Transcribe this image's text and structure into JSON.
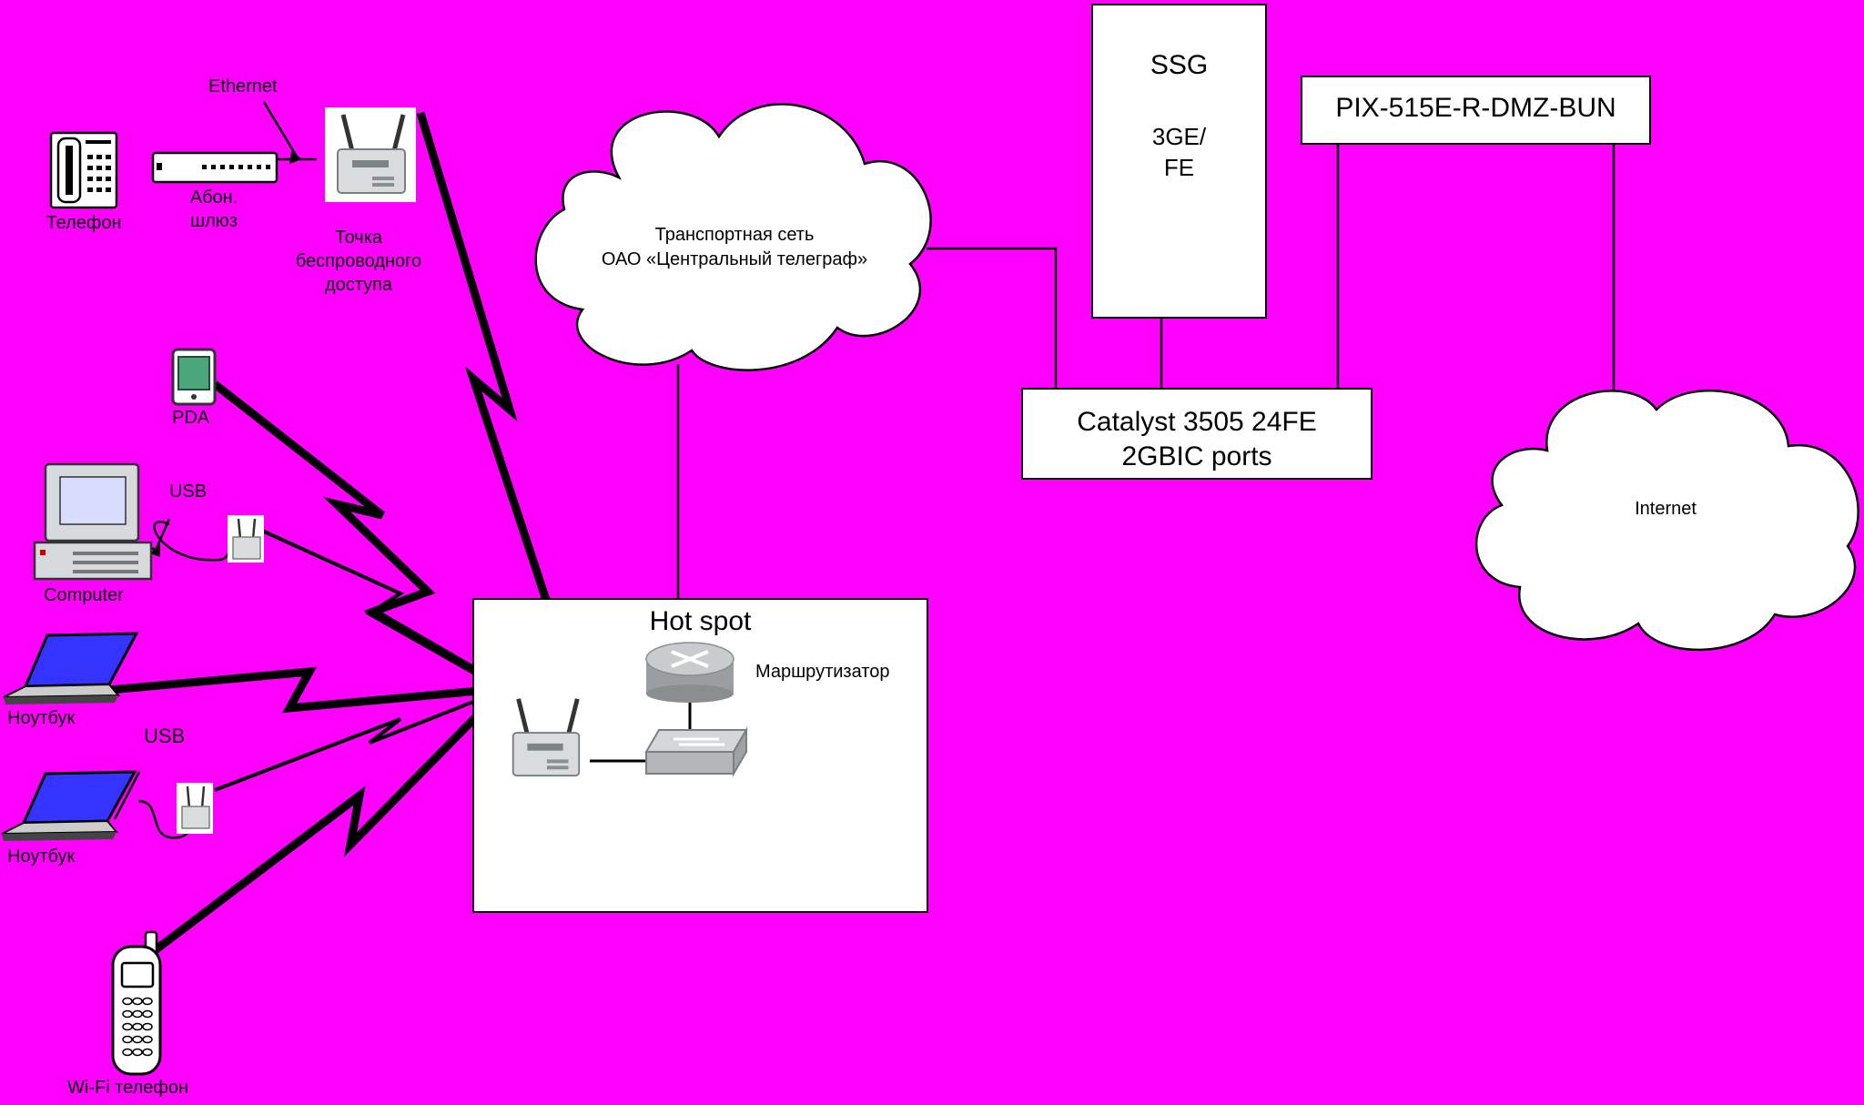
{
  "colors": {
    "background": "#ff00ff",
    "box_fill": "#ffffff",
    "line": "#000000"
  },
  "devices": {
    "phone": {
      "label": "Телефон",
      "icon": "desk-phone-icon"
    },
    "gateway": {
      "label_line1": "Абон.",
      "label_line2": "шлюз",
      "icon": "gateway-icon"
    },
    "ethernet": {
      "label": "Ethernet"
    },
    "access_point": {
      "label_line1": "Точка",
      "label_line2": "беспроводного",
      "label_line3": "доступа",
      "icon": "access-point-icon"
    },
    "pda": {
      "label": "PDA",
      "icon": "pda-icon"
    },
    "computer": {
      "label": "Computer",
      "usb_label": "USB",
      "icon": "desktop-computer-icon"
    },
    "laptop1": {
      "label": "Ноутбук",
      "icon": "laptop-icon"
    },
    "laptop2": {
      "label": "Ноутбук",
      "usb_label": "USB",
      "icon": "laptop-icon"
    },
    "wifi_phone": {
      "label": "Wi-Fi телефон",
      "icon": "mobile-phone-icon"
    }
  },
  "transport_cloud": {
    "line1": "Транспортная сеть",
    "line2": "ОАО «Центральный телеграф»"
  },
  "internet_cloud": {
    "label": "Internet"
  },
  "hotspot": {
    "title": "Hot spot",
    "router_label": "Маршрутизатор"
  },
  "ssg": {
    "title": "SSG",
    "line1": "3GE/",
    "line2": "FE"
  },
  "pix": {
    "label": "PIX-515E-R-DMZ-BUN"
  },
  "catalyst": {
    "line1": "Catalyst 3505 24FE",
    "line2": "2GBIC ports"
  }
}
